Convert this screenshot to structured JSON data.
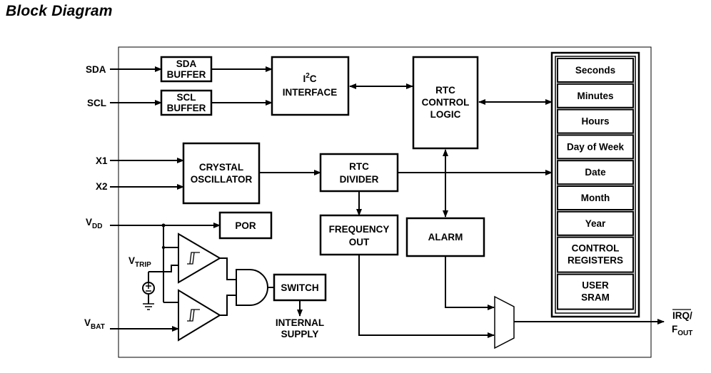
{
  "title": "Block Diagram",
  "pins": {
    "sda": "SDA",
    "scl": "SCL",
    "x1": "X1",
    "x2": "X2",
    "vdd": {
      "main": "V",
      "sub": "DD"
    },
    "vtrip": {
      "main": "V",
      "sub": "TRIP"
    },
    "vbat": {
      "main": "V",
      "sub": "BAT"
    },
    "irq": "IRQ/",
    "fout": {
      "main": "F",
      "sub": "OUT"
    }
  },
  "blocks": {
    "sda_buffer": [
      "SDA",
      "BUFFER"
    ],
    "scl_buffer": [
      "SCL",
      "BUFFER"
    ],
    "i2c_interface": {
      "line1_main": "I",
      "line1_sup": "2",
      "line1_tail": "C",
      "line2": "INTERFACE"
    },
    "rtc_control_logic": [
      "RTC",
      "CONTROL",
      "LOGIC"
    ],
    "crystal_oscillator": [
      "CRYSTAL",
      "OSCILLATOR"
    ],
    "rtc_divider": [
      "RTC",
      "DIVIDER"
    ],
    "por": "POR",
    "frequency_out": [
      "FREQUENCY",
      "OUT"
    ],
    "alarm": "ALARM",
    "switch": "SWITCH",
    "internal_supply": [
      "INTERNAL",
      "SUPPLY"
    ]
  },
  "registers": [
    "Seconds",
    "Minutes",
    "Hours",
    "Day of Week",
    "Date",
    "Month",
    "Year"
  ],
  "control_registers": [
    "CONTROL",
    "REGISTERS"
  ],
  "user_sram": [
    "USER",
    "SRAM"
  ]
}
